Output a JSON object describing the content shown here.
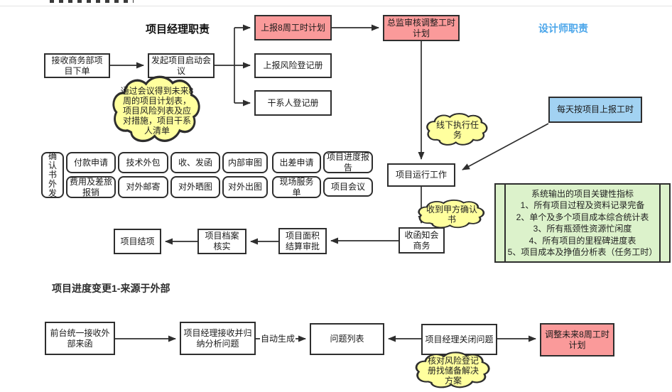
{
  "sections": {
    "pm_title": "项目经理职责",
    "designer_title": "设计师职责",
    "change_title": "项目进度变更1-来源于外部"
  },
  "flow_top": {
    "receive_order": "接收商务部项目下单",
    "kickoff": "发起项目启动会议",
    "report_8week": "上报8周工时计划",
    "risk_register": "上报风险登记册",
    "stakeholder_register": "干系人登记册",
    "director_review": "总监审核调整工时计划",
    "daily_report": "每天按项目上报工时",
    "project_run": "项目运行工作",
    "letter_notify": "收函知会商务",
    "area_settlement": "项目面积结算审批",
    "archive_verify": "项目档案核实",
    "project_close": "项目结项"
  },
  "clouds": {
    "meeting_note": "通过会议得到未来8周的项目计划表，项目风险列表及应对措施，项目干系人清单",
    "offline_task": "线下执行任务",
    "confirm_letter": "收到甲方确认书",
    "risk_check": "核对风险登记册找储备解决方案"
  },
  "matrix": {
    "side": "确认书外发",
    "row1": [
      "付款申请",
      "技术外包",
      "收、发函",
      "内部审图",
      "出差申请",
      "项目进度报告"
    ],
    "row2": [
      "费用及差旅报销",
      "对外邮寄",
      "对外晒图",
      "对外出图",
      "现场服务单",
      "项目会议"
    ]
  },
  "kpi_box": {
    "lines": [
      "系统输出的项目关键性指标",
      "1、所有项目过程及资料记录完备",
      "2、单个及多个项目成本综合统计表",
      "3、所有瓶颈性资源忙闲度",
      "4、所有项目的里程碑进度表",
      "5、项目成本及挣值分析表（任务工时）"
    ]
  },
  "flow_bottom": {
    "front_desk": "前台统一接收外部来函",
    "pm_receive": "项目经理接收并归纳分析问题",
    "auto_generate": "自动生成",
    "issue_list": "问题列表",
    "pm_close_issue": "项目经理关闭问题",
    "adjust_plan": "调整未来8周工时计划"
  },
  "colors": {
    "red_fill": "#FA9A9A",
    "blue_fill": "#A2D2F2",
    "green_fill": "#DCF2CB",
    "yellow_fill": "#FFFF9E",
    "designer_title_color": "#4BA6EA",
    "line": "#2e2e2e"
  }
}
